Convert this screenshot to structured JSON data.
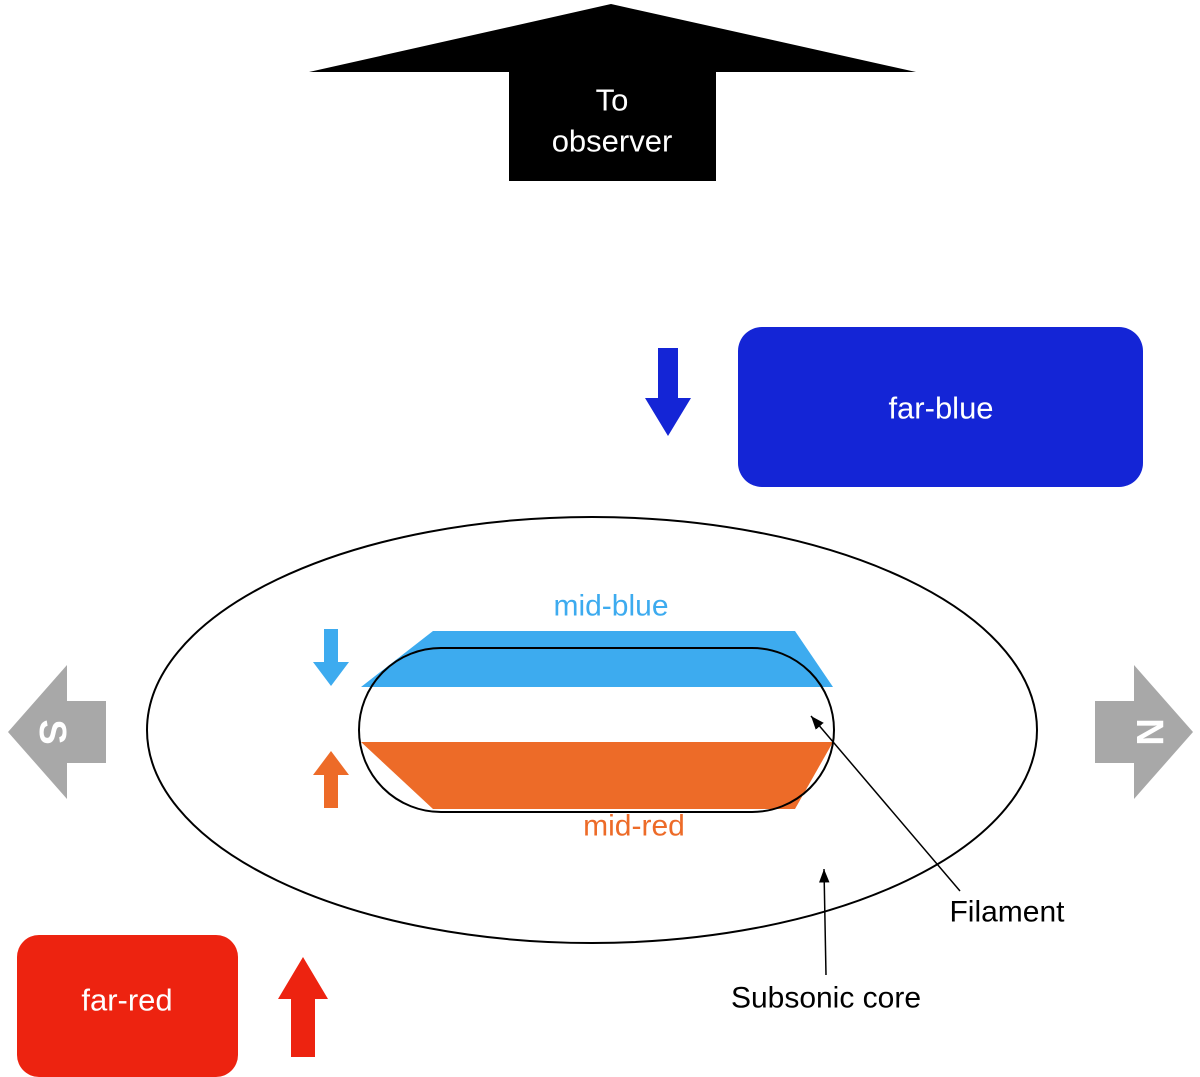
{
  "figure": {
    "observer": {
      "line1": "To",
      "line2": "observer",
      "color": "#000000"
    },
    "far_blue": {
      "label": "far-blue",
      "color": "#1425d6"
    },
    "mid_blue": {
      "label": "mid-blue",
      "color": "#3dabef"
    },
    "mid_red": {
      "label": "mid-red",
      "color": "#ed6b28"
    },
    "far_red": {
      "label": "far-red",
      "color": "#ed2310"
    },
    "directions": {
      "south": "S",
      "north": "N",
      "arrow_color": "#a8a8a8"
    },
    "annotations": {
      "filament": "Filament",
      "subsonic_core": "Subsonic core",
      "line_color": "#000000"
    }
  }
}
